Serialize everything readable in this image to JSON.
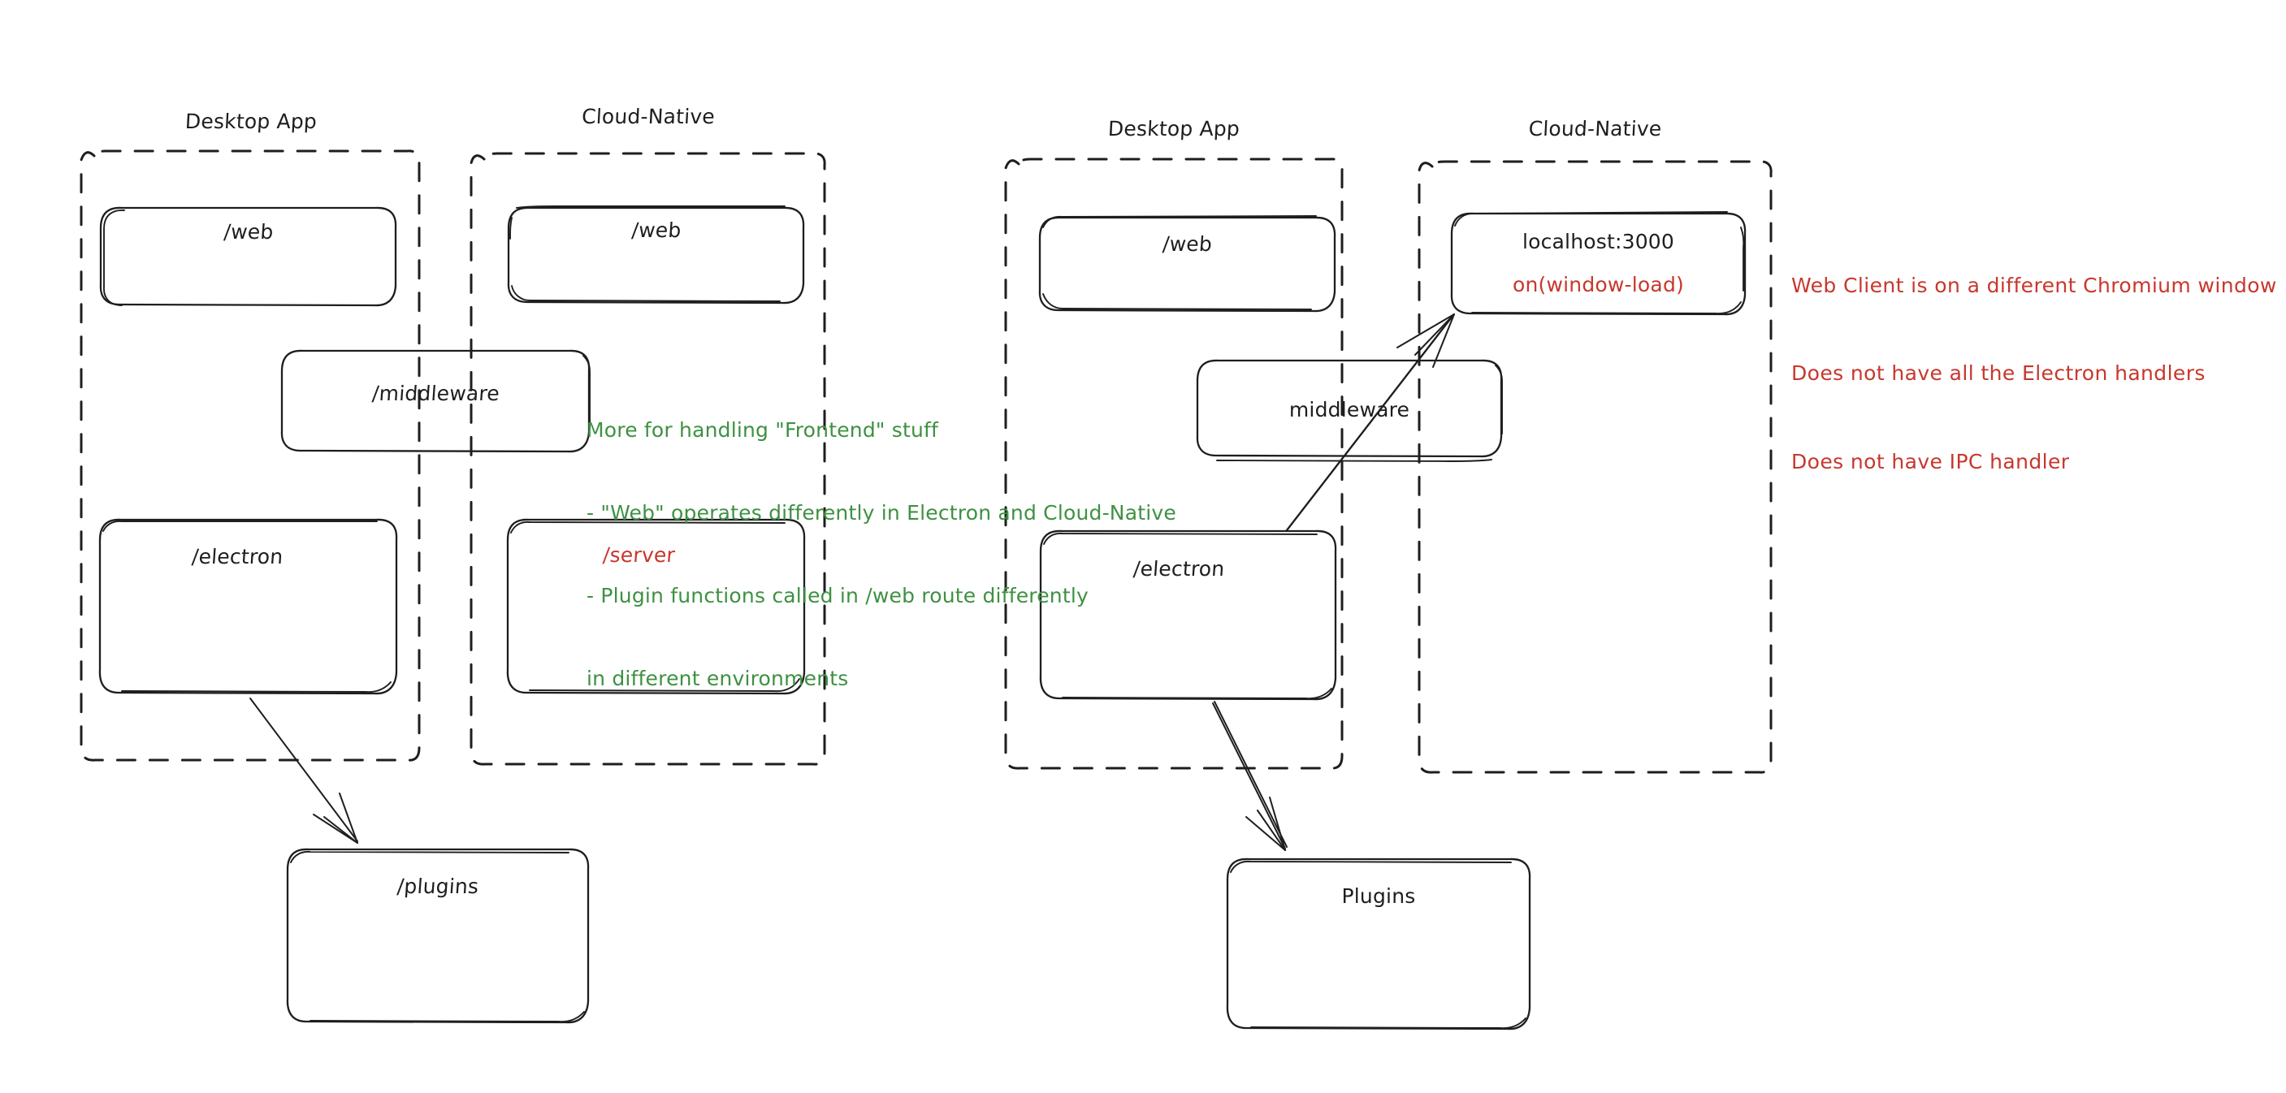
{
  "meta": {
    "title": "Desktop App vs Cloud-Native architecture comparison",
    "colors": {
      "stroke": "#1e1e1e",
      "red": "#c8372d",
      "green": "#3e9142",
      "background": "#ffffff"
    }
  },
  "diagrams": [
    {
      "id": "left",
      "groups": [
        {
          "id": "left-desktop",
          "label": "Desktop App"
        },
        {
          "id": "left-cloud",
          "label": "Cloud-Native"
        }
      ],
      "nodes": [
        {
          "id": "left-web-desktop",
          "label": "/web",
          "color": "black"
        },
        {
          "id": "left-web-cloud",
          "label": "/web",
          "color": "black"
        },
        {
          "id": "left-middleware",
          "label": "/middleware",
          "color": "black"
        },
        {
          "id": "left-electron",
          "label": "/electron",
          "color": "black"
        },
        {
          "id": "left-server",
          "label": "/server",
          "color": "red"
        },
        {
          "id": "left-plugins",
          "label": "/plugins",
          "color": "black"
        }
      ],
      "edges": [
        {
          "id": "left-electron-to-plugins",
          "from": "left-electron",
          "to": "left-plugins",
          "kind": "arrow"
        }
      ]
    },
    {
      "id": "right",
      "groups": [
        {
          "id": "right-desktop",
          "label": "Desktop App"
        },
        {
          "id": "right-cloud",
          "label": "Cloud-Native"
        }
      ],
      "nodes": [
        {
          "id": "right-web",
          "label": "/web",
          "color": "black"
        },
        {
          "id": "right-localhost",
          "label": "localhost:3000",
          "color": "black"
        },
        {
          "id": "right-onload",
          "label": "on(window-load)",
          "color": "red"
        },
        {
          "id": "right-middleware",
          "label": "middleware",
          "color": "black"
        },
        {
          "id": "right-electron",
          "label": "/electron",
          "color": "black"
        },
        {
          "id": "right-plugins",
          "label": "Plugins",
          "color": "black"
        }
      ],
      "edges": [
        {
          "id": "right-electron-to-localhost",
          "from": "right-electron",
          "to": "right-localhost",
          "kind": "arrow"
        },
        {
          "id": "right-electron-to-plugins",
          "from": "right-electron",
          "to": "right-plugins",
          "kind": "arrow"
        }
      ]
    }
  ],
  "annotations": {
    "green_note": {
      "color": "#3e9142",
      "lines": [
        "More for handling \"Frontend\" stuff",
        "- \"Web\" operates differently in Electron and Cloud-Native",
        "- Plugin functions called in /web route differently",
        "in different environments"
      ]
    },
    "red_note": {
      "color": "#c8372d",
      "lines": [
        "Web Client is on a different Chromium window",
        "Does not have all the Electron handlers",
        "Does not have IPC handler"
      ]
    }
  }
}
